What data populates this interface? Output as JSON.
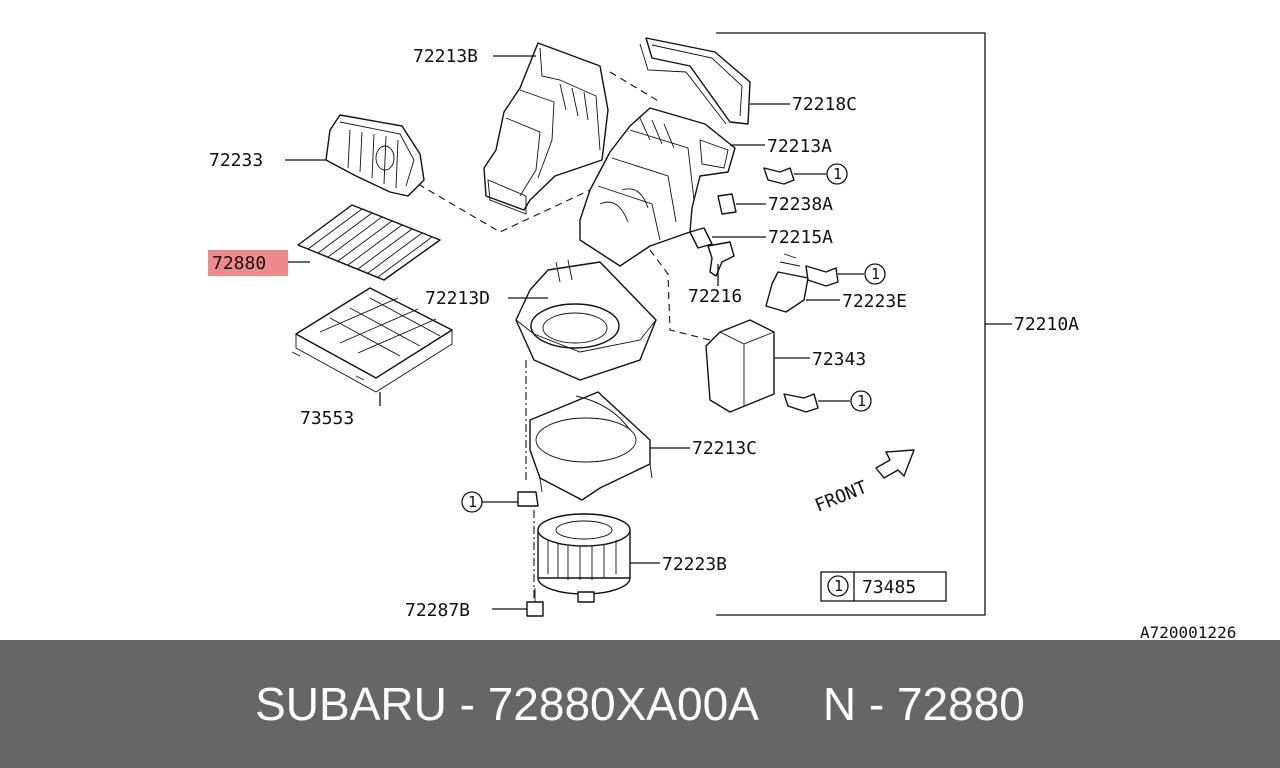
{
  "diagram": {
    "callouts": {
      "p72213B": "72213B",
      "p72218C": "72218C",
      "p72213A": "72213A",
      "p72233": "72233",
      "p72238A": "72238A",
      "p72215A": "72215A",
      "p72880": "72880",
      "p72216": "72216",
      "p72223E": "72223E",
      "p72213D": "72213D",
      "p72210A": "72210A",
      "p72343": "72343",
      "p73553": "73553",
      "p72213C": "72213C",
      "p72223B": "72223B",
      "p72287B": "72287B"
    },
    "fastener_ref": "1",
    "legend": {
      "symbol": "1",
      "part": "73485"
    },
    "front_label": "FRONT",
    "drawing_id": "A720001226",
    "highlight_color": "#f08a8a"
  },
  "footer": {
    "part_number_text": "SUBARU - 72880XA00A",
    "ref_text": "N - 72880",
    "background": "#666666"
  }
}
